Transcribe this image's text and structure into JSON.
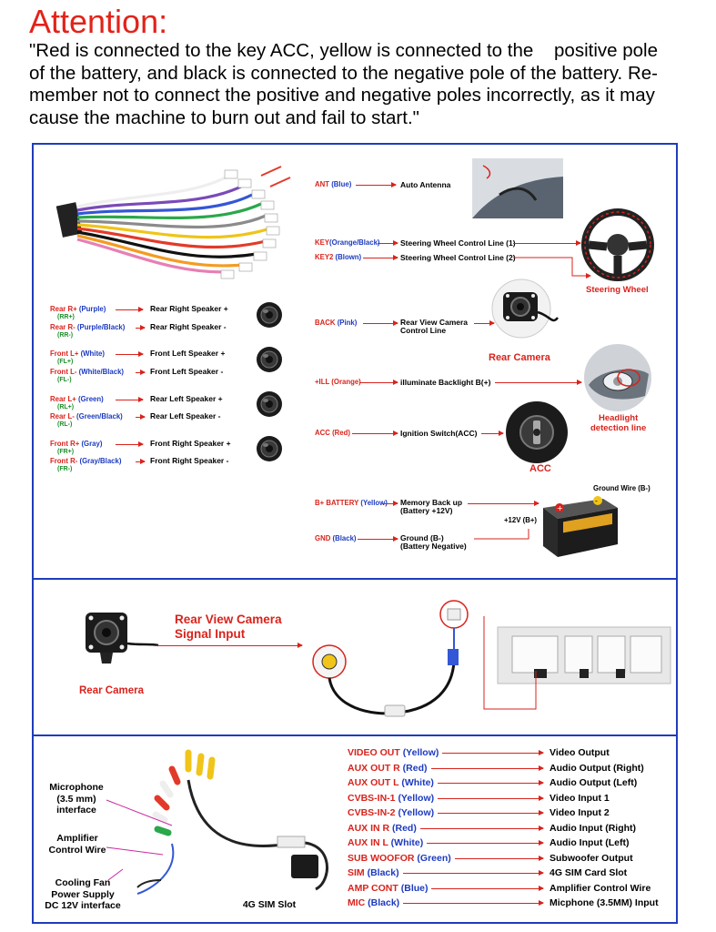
{
  "attention": {
    "title": "Attention:",
    "line1": "\"Red is connected to the key ACC, yellow is connected to the    positive pole",
    "line2": "of the battery, and black is connected to the negative pole of the battery. Re-",
    "line3": "member not to connect the positive and negative poles incorrectly, as it may",
    "line4": "cause the machine to burn out and fail to start.\""
  },
  "speakers": [
    {
      "name": "Rear R+",
      "color": "(Purple)",
      "code": "(RR+)",
      "target": "Rear Right Speaker +"
    },
    {
      "name": "Rear R-",
      "color": "(Purple/Black)",
      "code": "(RR-)",
      "target": "Rear Right Speaker -"
    },
    {
      "name": "Front L+",
      "color": "(White)",
      "code": "(FL+)",
      "target": "Front Left Speaker +"
    },
    {
      "name": "Front L-",
      "color": "(White/Black)",
      "code": "(FL-)",
      "target": "Front Left Speaker -"
    },
    {
      "name": "Rear L+",
      "color": "(Green)",
      "code": "(RL+)",
      "target": "Rear Left Speaker +"
    },
    {
      "name": "Rear L-",
      "color": "(Green/Black)",
      "code": "(RL-)",
      "target": "Rear Left Speaker -"
    },
    {
      "name": "Front R+",
      "color": "(Gray)",
      "code": "(FR+)",
      "target": "Front Right Speaker +"
    },
    {
      "name": "Front R-",
      "color": "(Gray/Black)",
      "code": "(FR-)",
      "target": "Front Right Speaker -"
    }
  ],
  "wires": {
    "ant": {
      "name": "ANT",
      "color": "(Blue)",
      "target": "Auto Antenna"
    },
    "key": {
      "name": "KEY",
      "color": "(Orange/Black)",
      "target": "Steering Wheel Control Line (1)"
    },
    "key2": {
      "name": "KEY2",
      "color": "(Blown)",
      "target": "Steering Wheel Control Line (2)"
    },
    "back": {
      "name": "BACK",
      "color": "(Pink)",
      "target1": "Rear View Camera",
      "target2": "Control Line"
    },
    "ill": {
      "name": "+ILL",
      "color": "(Orange)",
      "target": "illuminate Backlight B(+)"
    },
    "acc": {
      "name": "ACC",
      "color": "(Red)",
      "target": "Ignition Switch(ACC)"
    },
    "batt": {
      "name": "B+ BATTERY",
      "color": "(Yellow)",
      "target1": "Memory Back up",
      "target2": "(Battery +12V)"
    },
    "gnd": {
      "name": "GND",
      "color": "(Black)",
      "target1": "Ground (B-)",
      "target2": "(Battery Negative)"
    }
  },
  "captions": {
    "steering_wheel": "Steering Wheel",
    "rear_camera": "Rear Camera",
    "headlight1": "Headlight",
    "headlight2": "detection line",
    "acc": "ACC",
    "ground_wire": "Ground Wire (B-)",
    "plus12": "+12V  (B+)"
  },
  "panel2": {
    "title1": "Rear View Camera",
    "title2": "Signal Input",
    "camera": "Rear Camera"
  },
  "panel3": {
    "left": {
      "mic1": "Microphone",
      "mic2": "(3.5 mm)",
      "mic3": "interface",
      "amp1": "Amplifier",
      "amp2": "Control Wire",
      "fan1": "Cooling Fan",
      "fan2": "Power Supply",
      "fan3": "DC 12V interface",
      "sim": "4G SIM Slot"
    },
    "rows": [
      {
        "name": "VIDEO OUT",
        "color": "(Yellow)",
        "target": "Video Output"
      },
      {
        "name": "AUX OUT R",
        "color": "(Red)",
        "target": "Audio Output (Right)"
      },
      {
        "name": "AUX OUT L",
        "color": "(White)",
        "target": "Audio Output (Left)"
      },
      {
        "name": "CVBS-IN-1",
        "color": "(Yellow)",
        "target": "Video Input 1"
      },
      {
        "name": "CVBS-IN-2",
        "color": "(Yellow)",
        "target": "Video Input 2"
      },
      {
        "name": "AUX IN R",
        "color": "(Red)",
        "target": "Audio Input (Right)"
      },
      {
        "name": "AUX IN L",
        "color": "(White)",
        "target": "Audio Input (Left)"
      },
      {
        "name": "SUB WOOFOR",
        "color": "(Green)",
        "target": "Subwoofer Output"
      },
      {
        "name": "SIM",
        "color": "(Black)",
        "target": "4G SIM Card Slot"
      },
      {
        "name": "AMP CONT",
        "color": "(Blue)",
        "target": "Amplifier Control Wire"
      },
      {
        "name": "MIC",
        "color": "(Black)",
        "target": "Micphone (3.5MM) Input"
      }
    ]
  }
}
